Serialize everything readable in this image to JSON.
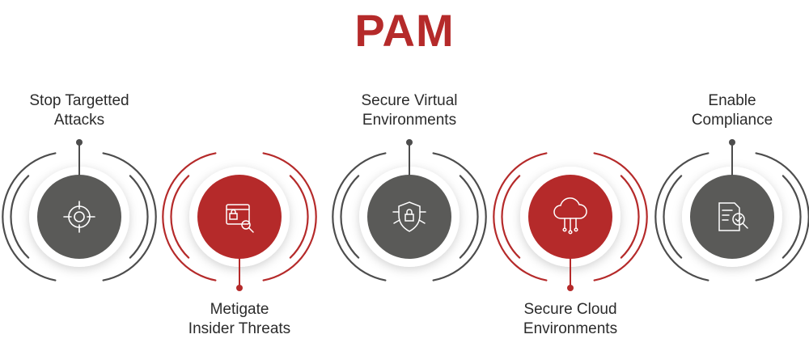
{
  "title": "PAM",
  "colors": {
    "red": "#b52a2a",
    "gray": "#5a5a58",
    "arc_gray": "#4d4d4d",
    "title": "#b52a2a"
  },
  "items": [
    {
      "line1": "Stop Targetted",
      "line2": "Attacks",
      "icon": "target-icon",
      "color": "gray"
    },
    {
      "line1": "Metigate",
      "line2": "Insider Threats",
      "icon": "browser-lock-search-icon",
      "color": "red"
    },
    {
      "line1": "Secure Virtual",
      "line2": "Environments",
      "icon": "shield-lock-icon",
      "color": "gray"
    },
    {
      "line1": "Secure Cloud",
      "line2": "Environments",
      "icon": "cloud-network-icon",
      "color": "red"
    },
    {
      "line1": "Enable",
      "line2": "Compliance",
      "icon": "document-check-search-icon",
      "color": "gray"
    }
  ]
}
